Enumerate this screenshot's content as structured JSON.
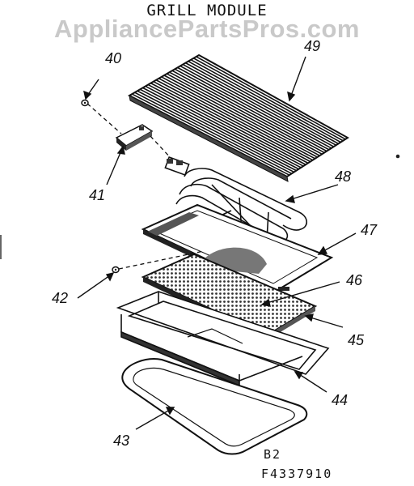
{
  "diagram": {
    "title": "GRILL MODULE",
    "watermark": "AppliancePartsPros.com",
    "callouts": {
      "p40": "40",
      "p41": "41",
      "p42": "42",
      "p43": "43",
      "p44": "44",
      "p45": "45",
      "p46": "46",
      "p47": "47",
      "p48": "48",
      "p49": "49"
    },
    "page_ref": "B2",
    "drawing_number": "F4337910"
  }
}
